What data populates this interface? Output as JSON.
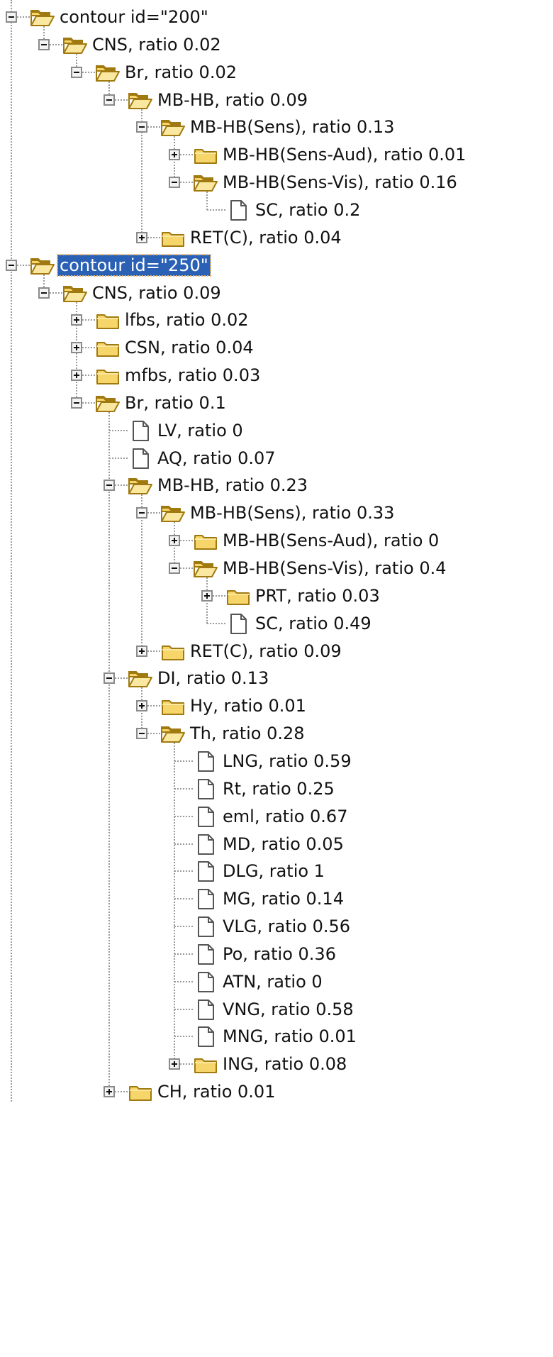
{
  "tree": {
    "nodes": [
      {
        "id": "n0",
        "label": "contour id=\"200\"",
        "type": "folder",
        "state": "expanded",
        "depth": 0
      },
      {
        "id": "n1",
        "label": "CNS, ratio 0.02",
        "type": "folder",
        "state": "expanded",
        "depth": 1
      },
      {
        "id": "n2",
        "label": "Br, ratio 0.02",
        "type": "folder",
        "state": "expanded",
        "depth": 2
      },
      {
        "id": "n3",
        "label": "MB-HB, ratio 0.09",
        "type": "folder",
        "state": "expanded",
        "depth": 3
      },
      {
        "id": "n4",
        "label": "MB-HB(Sens), ratio 0.13",
        "type": "folder",
        "state": "expanded",
        "depth": 4
      },
      {
        "id": "n5",
        "label": "MB-HB(Sens-Aud), ratio 0.01",
        "type": "folder",
        "state": "collapsed",
        "depth": 5
      },
      {
        "id": "n6",
        "label": "MB-HB(Sens-Vis), ratio 0.16",
        "type": "folder",
        "state": "expanded",
        "depth": 5
      },
      {
        "id": "n7",
        "label": "SC, ratio 0.2",
        "type": "file",
        "state": "leaf",
        "depth": 6
      },
      {
        "id": "n8",
        "label": "RET(C), ratio 0.04",
        "type": "folder",
        "state": "collapsed",
        "depth": 4
      },
      {
        "id": "n9",
        "label": "contour id=\"250\"",
        "type": "folder",
        "state": "expanded",
        "depth": 0,
        "selected": true
      },
      {
        "id": "n10",
        "label": "CNS, ratio 0.09",
        "type": "folder",
        "state": "expanded",
        "depth": 1
      },
      {
        "id": "n11",
        "label": "lfbs, ratio 0.02",
        "type": "folder",
        "state": "collapsed",
        "depth": 2
      },
      {
        "id": "n12",
        "label": "CSN, ratio 0.04",
        "type": "folder",
        "state": "collapsed",
        "depth": 2
      },
      {
        "id": "n13",
        "label": "mfbs, ratio 0.03",
        "type": "folder",
        "state": "collapsed",
        "depth": 2
      },
      {
        "id": "n14",
        "label": "Br, ratio 0.1",
        "type": "folder",
        "state": "expanded",
        "depth": 2
      },
      {
        "id": "n15",
        "label": "LV, ratio 0",
        "type": "file",
        "state": "leaf",
        "depth": 3
      },
      {
        "id": "n16",
        "label": "AQ, ratio 0.07",
        "type": "file",
        "state": "leaf",
        "depth": 3
      },
      {
        "id": "n17",
        "label": "MB-HB, ratio 0.23",
        "type": "folder",
        "state": "expanded",
        "depth": 3
      },
      {
        "id": "n18",
        "label": "MB-HB(Sens), ratio 0.33",
        "type": "folder",
        "state": "expanded",
        "depth": 4
      },
      {
        "id": "n19",
        "label": "MB-HB(Sens-Aud), ratio 0",
        "type": "folder",
        "state": "collapsed",
        "depth": 5
      },
      {
        "id": "n20",
        "label": "MB-HB(Sens-Vis), ratio 0.4",
        "type": "folder",
        "state": "expanded",
        "depth": 5
      },
      {
        "id": "n21",
        "label": "PRT, ratio 0.03",
        "type": "folder",
        "state": "collapsed",
        "depth": 6
      },
      {
        "id": "n22",
        "label": "SC, ratio 0.49",
        "type": "file",
        "state": "leaf",
        "depth": 6
      },
      {
        "id": "n23",
        "label": "RET(C), ratio 0.09",
        "type": "folder",
        "state": "collapsed",
        "depth": 4
      },
      {
        "id": "n24",
        "label": "DI, ratio 0.13",
        "type": "folder",
        "state": "expanded",
        "depth": 3
      },
      {
        "id": "n25",
        "label": "Hy, ratio 0.01",
        "type": "folder",
        "state": "collapsed",
        "depth": 4
      },
      {
        "id": "n26",
        "label": "Th, ratio 0.28",
        "type": "folder",
        "state": "expanded",
        "depth": 4
      },
      {
        "id": "n27",
        "label": "LNG, ratio 0.59",
        "type": "file",
        "state": "leaf",
        "depth": 5
      },
      {
        "id": "n28",
        "label": "Rt, ratio 0.25",
        "type": "file",
        "state": "leaf",
        "depth": 5
      },
      {
        "id": "n29",
        "label": "eml, ratio 0.67",
        "type": "file",
        "state": "leaf",
        "depth": 5
      },
      {
        "id": "n30",
        "label": "MD, ratio 0.05",
        "type": "file",
        "state": "leaf",
        "depth": 5
      },
      {
        "id": "n31",
        "label": "DLG, ratio 1",
        "type": "file",
        "state": "leaf",
        "depth": 5
      },
      {
        "id": "n32",
        "label": "MG, ratio 0.14",
        "type": "file",
        "state": "leaf",
        "depth": 5
      },
      {
        "id": "n33",
        "label": "VLG, ratio 0.56",
        "type": "file",
        "state": "leaf",
        "depth": 5
      },
      {
        "id": "n34",
        "label": "Po, ratio 0.36",
        "type": "file",
        "state": "leaf",
        "depth": 5
      },
      {
        "id": "n35",
        "label": "ATN, ratio 0",
        "type": "file",
        "state": "leaf",
        "depth": 5
      },
      {
        "id": "n36",
        "label": "VNG, ratio 0.58",
        "type": "file",
        "state": "leaf",
        "depth": 5
      },
      {
        "id": "n37",
        "label": "MNG, ratio 0.01",
        "type": "file",
        "state": "leaf",
        "depth": 5
      },
      {
        "id": "n38",
        "label": "ING, ratio 0.08",
        "type": "folder",
        "state": "collapsed",
        "depth": 5
      },
      {
        "id": "n39",
        "label": "CH, ratio 0.01",
        "type": "folder",
        "state": "collapsed",
        "depth": 3
      }
    ]
  },
  "colors": {
    "selection": "#2a61b5",
    "selection_text": "#ffffff",
    "guide_lines": "#9a9a9a",
    "folder_fill": "#f6d66a",
    "folder_stroke": "#a07a10",
    "file_stroke": "#555555"
  },
  "icons": {
    "folder": "folder-icon",
    "open_folder": "open-folder-icon",
    "file": "file-icon",
    "expand": "plus-box-icon",
    "collapse": "minus-box-icon"
  }
}
